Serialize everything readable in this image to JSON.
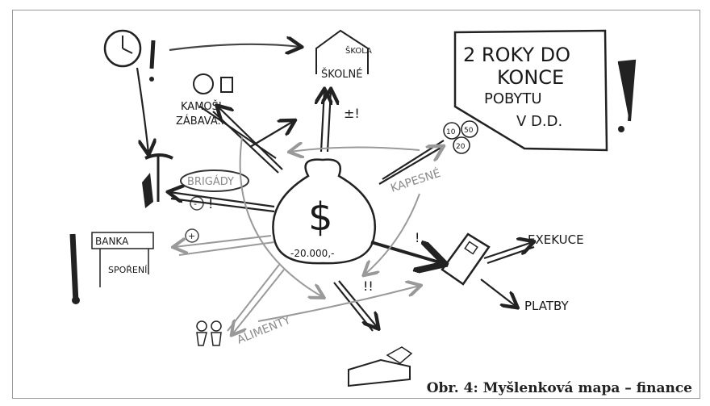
{
  "caption": "Obr. 4: Myšlenková mapa – finance",
  "nodes": {
    "note": [
      "2 ROKY DO",
      "KONCE",
      "POBYTU",
      "V D.D."
    ],
    "school_roof": "ŠKOLA",
    "school_fee": "ŠKOLNÉ",
    "friends": [
      "KAMOŠI",
      "ZÁBAVA.."
    ],
    "brigady": "BRIGÁDY",
    "bank": "BANKA",
    "savings": "SPOŘENÍ",
    "money_bag": "$",
    "money_amount": "-20.000,-",
    "pocket_money": "KAPESNÉ",
    "coins": [
      "10",
      "50",
      "20"
    ],
    "execution": "EXEKUCE",
    "payments": "PLATBY",
    "alimony": "ALIMENTY"
  },
  "marks": {
    "plus_minus": "±!",
    "plus_circle": "+",
    "minus_circle": "-",
    "excl": "!",
    "double_excl": "!!"
  }
}
